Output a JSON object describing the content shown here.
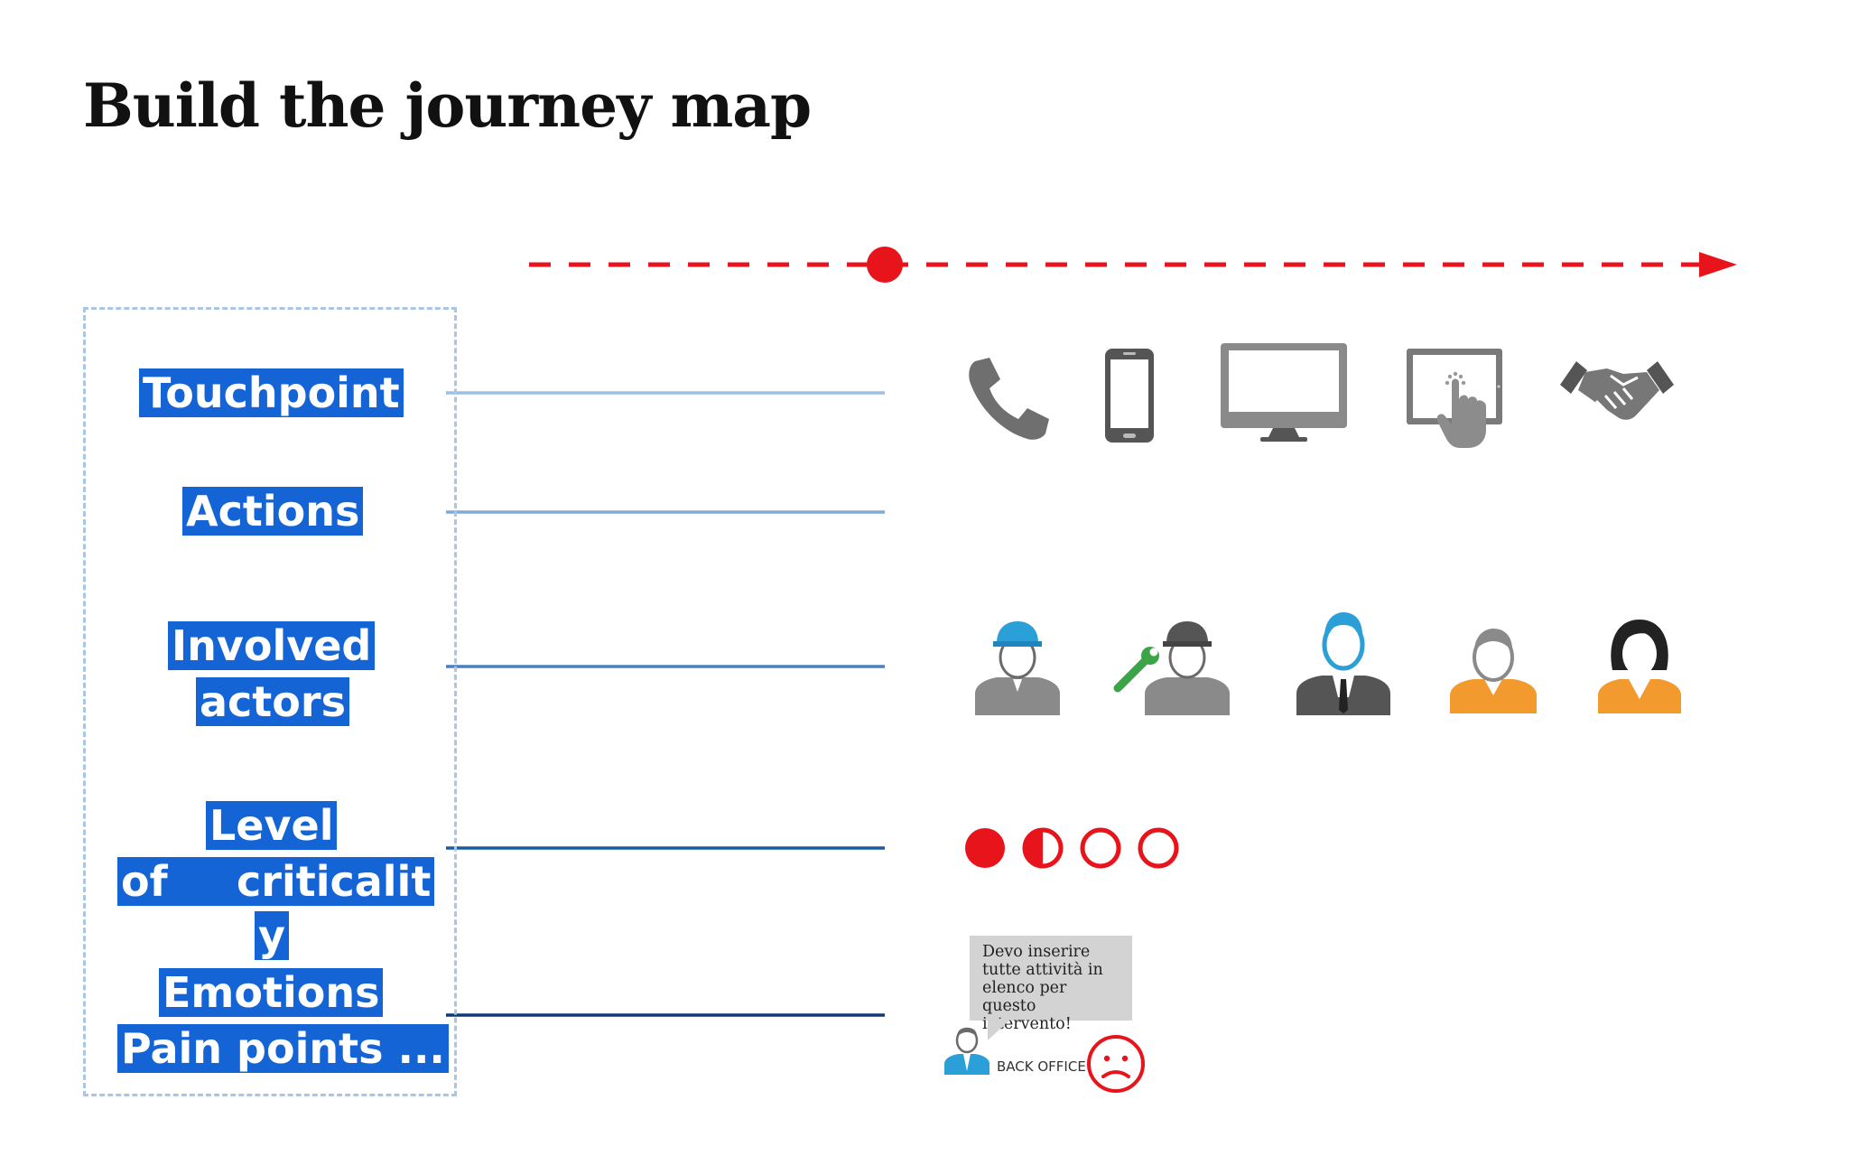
{
  "page": {
    "title": "Build the journey map"
  },
  "labels": {
    "touchpoint": "Touchpoint",
    "actions": "Actions",
    "involved": "Involved",
    "actors": "actors",
    "level": "Level",
    "of": "of",
    "criticality_a": "criticalit",
    "criticality_b": "y",
    "emotions": "Emotions",
    "pain_points": "Pain points ..."
  },
  "touchpoint_icons": [
    "phone-icon",
    "smartphone-icon",
    "desktop-monitor-icon",
    "tablet-touch-icon",
    "handshake-icon"
  ],
  "actor_icons": [
    "worker-helmet-icon",
    "technician-wrench-icon",
    "businessman-icon",
    "man-user-icon",
    "woman-user-icon"
  ],
  "criticality_levels": [
    "full",
    "half",
    "empty",
    "empty"
  ],
  "emotion": {
    "bubble_text": "Devo inserire\ntutte attività in\nelenco per questo\nintervento!",
    "actor_label": "BACK OFFICE",
    "face": "sad-face-icon"
  },
  "colors": {
    "accent_red": "#e8141c",
    "label_blue": "#1464d6",
    "dashed_box": "#a9c5e8",
    "icon_gray": "#7a7a7a",
    "actor_blue": "#2a9fd8",
    "actor_orange": "#f39a2e"
  }
}
